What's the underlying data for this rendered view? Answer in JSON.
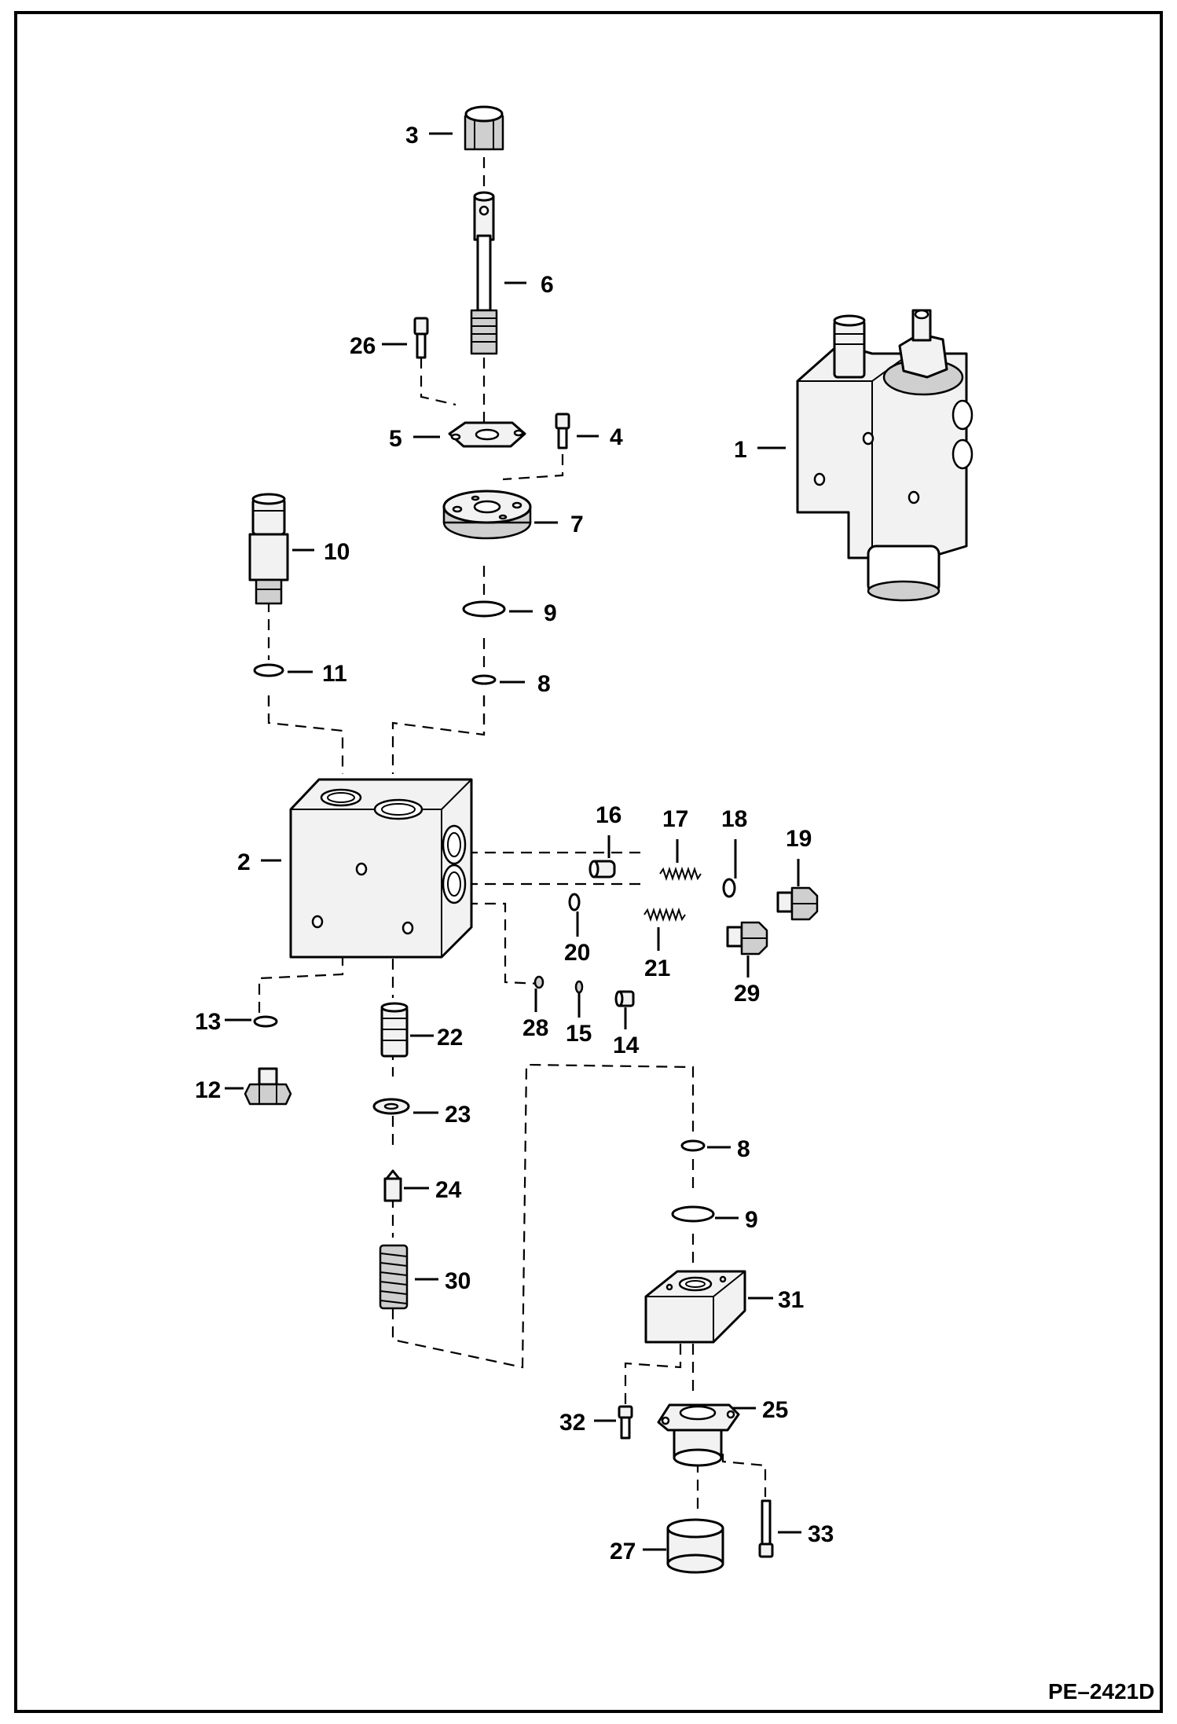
{
  "drawing": {
    "code": "PE–2421D",
    "callouts": [
      "1",
      "2",
      "3",
      "4",
      "5",
      "6",
      "7",
      "8",
      "9",
      "10",
      "11",
      "12",
      "13",
      "14",
      "15",
      "16",
      "17",
      "18",
      "19",
      "20",
      "21",
      "22",
      "23",
      "24",
      "25",
      "26",
      "27",
      "28",
      "29",
      "30",
      "31",
      "32",
      "33",
      "8",
      "9"
    ]
  }
}
